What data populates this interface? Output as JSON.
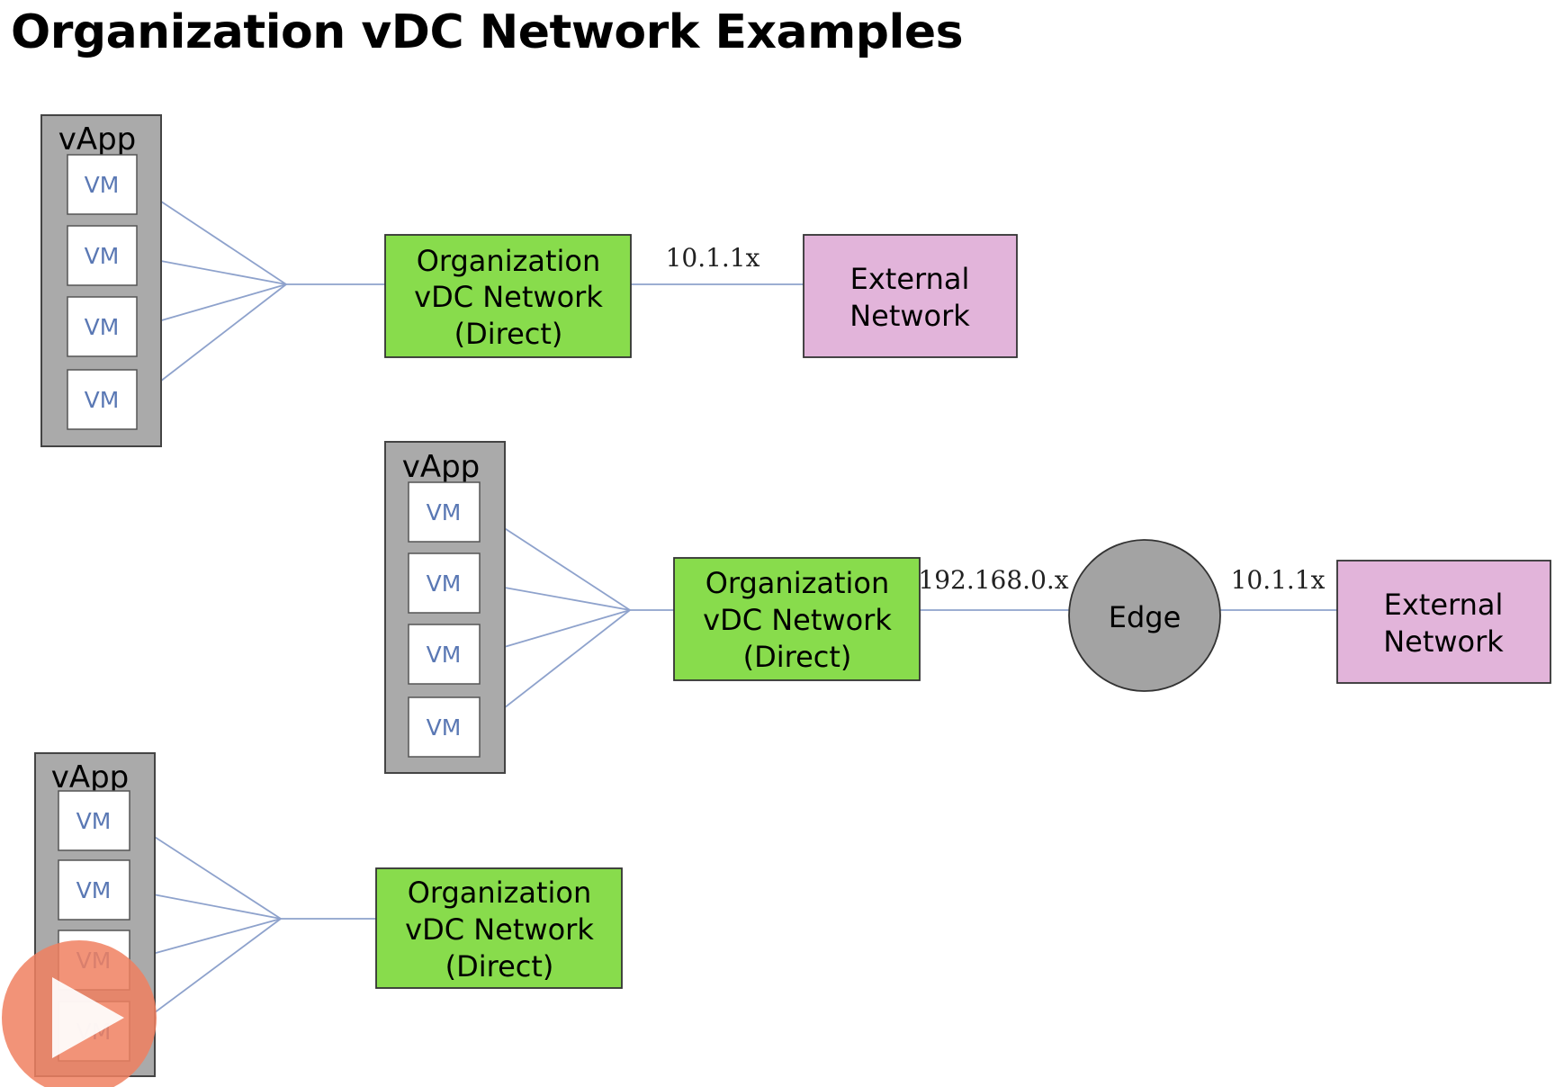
{
  "title": "Organization vDC Network Examples",
  "colors": {
    "vapp_fill": "#aaaaaa",
    "vapp_stroke": "#444444",
    "vm_fill": "#ffffff",
    "vm_text": "#5a78b4",
    "link": "#8ea2cc",
    "org_network_fill": "#88dc4c",
    "external_network_fill": "#e2b4da",
    "edge_fill": "#a3a3a3",
    "play_button": "#f08060"
  },
  "diagram": {
    "top": {
      "vapp_label": "vApp",
      "vms": [
        "VM",
        "VM",
        "VM",
        "VM"
      ],
      "org_network": [
        "Organization",
        "vDC Network",
        "(Direct)"
      ],
      "link_label": "10.1.1x",
      "external_network": [
        "External",
        "Network"
      ]
    },
    "middle": {
      "vapp_label": "vApp",
      "vms": [
        "VM",
        "VM",
        "VM",
        "VM"
      ],
      "org_network": [
        "Organization",
        "vDC Network",
        "(Direct)"
      ],
      "link_label_left": "192.168.0.x",
      "edge_label": "Edge",
      "link_label_right": "10.1.1x",
      "external_network": [
        "External",
        "Network"
      ]
    },
    "bottom": {
      "vapp_label": "vApp",
      "vms": [
        "VM",
        "VM",
        "VM",
        "VM"
      ],
      "org_network": [
        "Organization",
        "vDC Network",
        "(Direct)"
      ]
    }
  },
  "overlay": {
    "icon": "play-icon"
  }
}
